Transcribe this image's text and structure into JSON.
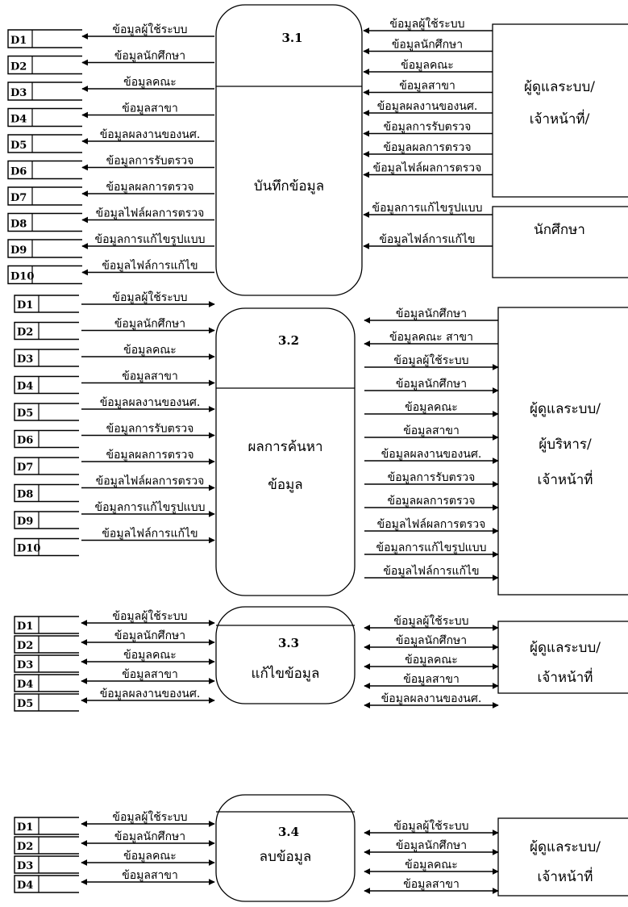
{
  "diagram": {
    "panels": [
      {
        "process": {
          "id": "3.1",
          "name_lines": [
            "บันทึกข้อมูล"
          ]
        },
        "datastores": [
          "D1",
          "D2",
          "D3",
          "D4",
          "D5",
          "D6",
          "D7",
          "D8",
          "D9",
          "D10"
        ],
        "left_flows": [
          "ข้อมูลผู้ใช้ระบบ",
          "ข้อมูลนักศึกษา",
          "ข้อมูลคณะ",
          "ข้อมูลสาขา",
          "ข้อมูลผลงานของนศ.",
          "ข้อมูลการรับตรวจ",
          "ข้อมูลผลการตรวจ",
          "ข้อมูลไฟล์ผลการตรวจ",
          "ข้อมูลการแก้ไขรูปแบบ",
          "ข้อมูลไฟล์การแก้ไข"
        ],
        "externals": [
          {
            "lines": [
              "ผู้ดูแลระบบ/",
              "เจ้าหน้าที่/"
            ],
            "flows": [
              "ข้อมูลผู้ใช้ระบบ",
              "ข้อมูลนักศึกษา",
              "ข้อมูลคณะ",
              "ข้อมูลสาขา",
              "ข้อมูลผลงานของนศ.",
              "ข้อมูลการรับตรวจ",
              "ข้อมูลผลการตรวจ",
              "ข้อมูลไฟล์ผลการตรวจ"
            ]
          },
          {
            "lines": [
              "นักศึกษา"
            ],
            "flows": [
              "ข้อมูลการแก้ไขรูปแบบ",
              "ข้อมูลไฟล์การแก้ไข"
            ]
          }
        ]
      },
      {
        "process": {
          "id": "3.2",
          "name_lines": [
            "ผลการค้นหา",
            "ข้อมูล"
          ]
        },
        "datastores": [
          "D1",
          "D2",
          "D3",
          "D4",
          "D5",
          "D6",
          "D7",
          "D8",
          "D9",
          "D10"
        ],
        "left_flows": [
          "ข้อมูลผู้ใช้ระบบ",
          "ข้อมูลนักศึกษา",
          "ข้อมูลคณะ",
          "ข้อมูลสาขา",
          "ข้อมูลผลงานของนศ.",
          "ข้อมูลการรับตรวจ",
          "ข้อมูลผลการตรวจ",
          "ข้อมูลไฟล์ผลการตรวจ",
          "ข้อมูลการแก้ไขรูปแบบ",
          "ข้อมูลไฟล์การแก้ไข"
        ],
        "externals": [
          {
            "lines": [
              "ผู้ดูแลระบบ/",
              "ผู้บริหาร/",
              "เจ้าหน้าที่"
            ],
            "flows": [
              "ข้อมูลนักศึกษา",
              "ข้อมูลคณะ สาขา",
              "ข้อมูลผู้ใช้ระบบ",
              "ข้อมูลนักศึกษา",
              "ข้อมูลคณะ",
              "ข้อมูลสาขา",
              "ข้อมูลผลงานของนศ.",
              "ข้อมูลการรับตรวจ",
              "ข้อมูลผลการตรวจ",
              "ข้อมูลไฟล์ผลการตรวจ",
              "ข้อมูลการแก้ไขรูปแบบ",
              "ข้อมูลไฟล์การแก้ไข"
            ]
          }
        ]
      },
      {
        "process": {
          "id": "3.3",
          "name_lines": [
            "แก้ไขข้อมูล"
          ]
        },
        "datastores": [
          "D1",
          "D2",
          "D3",
          "D4",
          "D5"
        ],
        "left_flows": [
          "ข้อมูลผู้ใช้ระบบ",
          "ข้อมูลนักศึกษา",
          "ข้อมูลคณะ",
          "ข้อมูลสาขา",
          "ข้อมูลผลงานของนศ."
        ],
        "externals": [
          {
            "lines": [
              "ผู้ดูแลระบบ/",
              "เจ้าหน้าที่"
            ],
            "flows": [
              "ข้อมูลผู้ใช้ระบบ",
              "ข้อมูลนักศึกษา",
              "ข้อมูลคณะ",
              "ข้อมูลสาขา",
              "ข้อมูลผลงานของนศ."
            ]
          }
        ]
      },
      {
        "process": {
          "id": "3.4",
          "name_lines": [
            "ลบข้อมูล"
          ]
        },
        "datastores": [
          "D1",
          "D2",
          "D3",
          "D4"
        ],
        "left_flows": [
          "ข้อมูลผู้ใช้ระบบ",
          "ข้อมูลนักศึกษา",
          "ข้อมูลคณะ",
          "ข้อมูลสาขา"
        ],
        "externals": [
          {
            "lines": [
              "ผู้ดูแลระบบ/",
              "เจ้าหน้าที่"
            ],
            "flows": [
              "ข้อมูลผู้ใช้ระบบ",
              "ข้อมูลนักศึกษา",
              "ข้อมูลคณะ",
              "ข้อมูลสาขา"
            ]
          }
        ]
      }
    ]
  }
}
